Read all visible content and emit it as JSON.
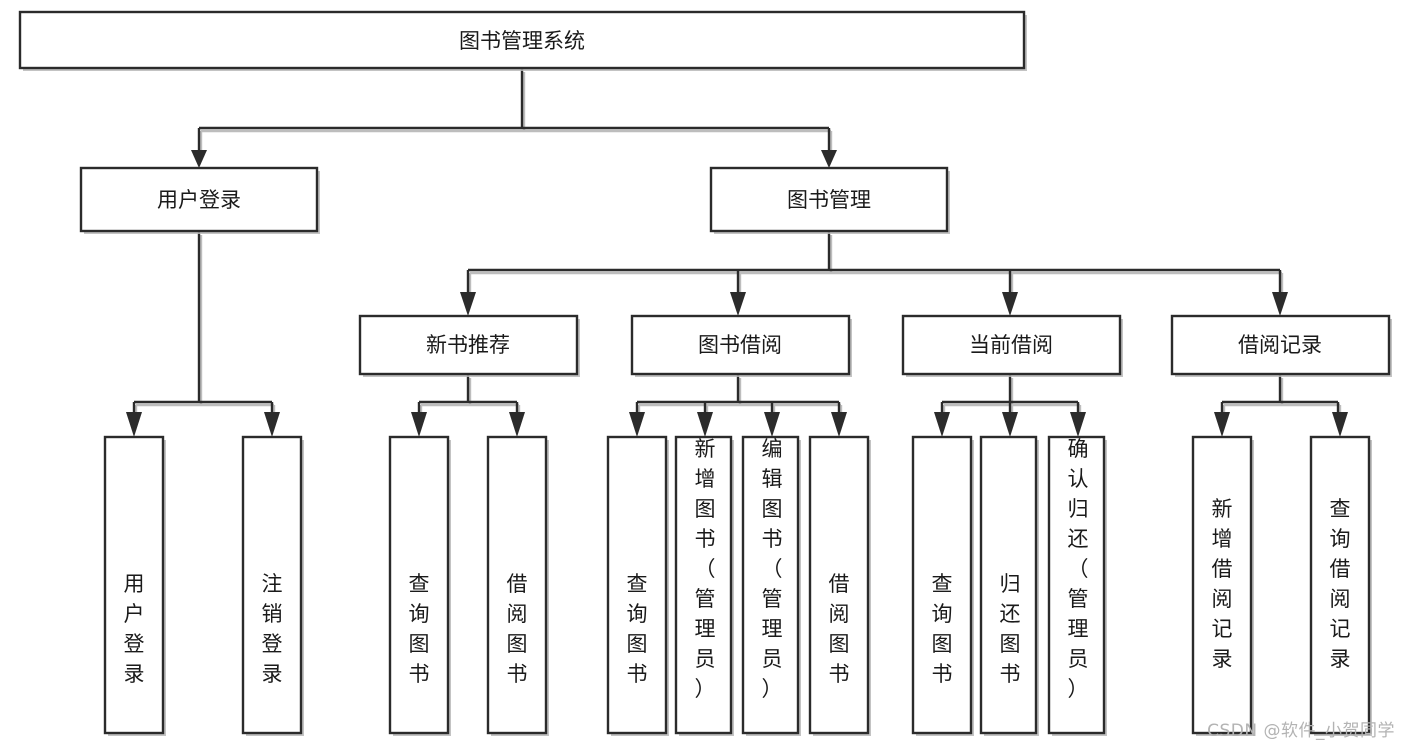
{
  "diagram": {
    "type": "tree",
    "title": "图书管理系统",
    "watermark": "CSDN @软件_小贺同学",
    "colors": {
      "stroke": "#2b2b2b",
      "fill": "#ffffff",
      "shadow": "#bdbdbd",
      "text": "#1a1a1a",
      "watermark": "#b3b3b3"
    },
    "levels": [
      {
        "level": 0,
        "nodes": [
          {
            "id": "root",
            "label": "图书管理系统",
            "orientation": "horizontal"
          }
        ]
      },
      {
        "level": 1,
        "nodes": [
          {
            "id": "user-login",
            "label": "用户登录",
            "orientation": "horizontal",
            "parent": "root"
          },
          {
            "id": "book-manage",
            "label": "图书管理",
            "orientation": "horizontal",
            "parent": "root"
          }
        ]
      },
      {
        "level": 2,
        "nodes": [
          {
            "id": "new-book-rec",
            "label": "新书推荐",
            "orientation": "horizontal",
            "parent": "book-manage"
          },
          {
            "id": "book-borrow",
            "label": "图书借阅",
            "orientation": "horizontal",
            "parent": "book-manage"
          },
          {
            "id": "current-borrow",
            "label": "当前借阅",
            "orientation": "horizontal",
            "parent": "book-manage"
          },
          {
            "id": "borrow-record",
            "label": "借阅记录",
            "orientation": "horizontal",
            "parent": "book-manage"
          }
        ]
      },
      {
        "level": 3,
        "nodes": [
          {
            "id": "leaf-1",
            "label": "用户登录",
            "orientation": "vertical",
            "parent": "user-login"
          },
          {
            "id": "leaf-2",
            "label": "注销登录",
            "orientation": "vertical",
            "parent": "user-login"
          },
          {
            "id": "leaf-3",
            "label": "查询图书",
            "orientation": "vertical",
            "parent": "new-book-rec"
          },
          {
            "id": "leaf-4",
            "label": "借阅图书",
            "orientation": "vertical",
            "parent": "new-book-rec"
          },
          {
            "id": "leaf-5",
            "label": "查询图书",
            "orientation": "vertical",
            "parent": "book-borrow"
          },
          {
            "id": "leaf-6",
            "label": "新增图书（管理员）",
            "orientation": "vertical",
            "parent": "book-borrow"
          },
          {
            "id": "leaf-7",
            "label": "编辑图书（管理员）",
            "orientation": "vertical",
            "parent": "book-borrow"
          },
          {
            "id": "leaf-8",
            "label": "借阅图书",
            "orientation": "vertical",
            "parent": "book-borrow"
          },
          {
            "id": "leaf-9",
            "label": "查询图书",
            "orientation": "vertical",
            "parent": "current-borrow"
          },
          {
            "id": "leaf-10",
            "label": "归还图书",
            "orientation": "vertical",
            "parent": "current-borrow"
          },
          {
            "id": "leaf-11",
            "label": "确认归还（管理员）",
            "orientation": "vertical",
            "parent": "current-borrow"
          },
          {
            "id": "leaf-12",
            "label": "新增借阅记录",
            "orientation": "vertical",
            "parent": "borrow-record"
          },
          {
            "id": "leaf-13",
            "label": "查询借阅记录",
            "orientation": "vertical",
            "parent": "borrow-record"
          }
        ]
      }
    ]
  }
}
